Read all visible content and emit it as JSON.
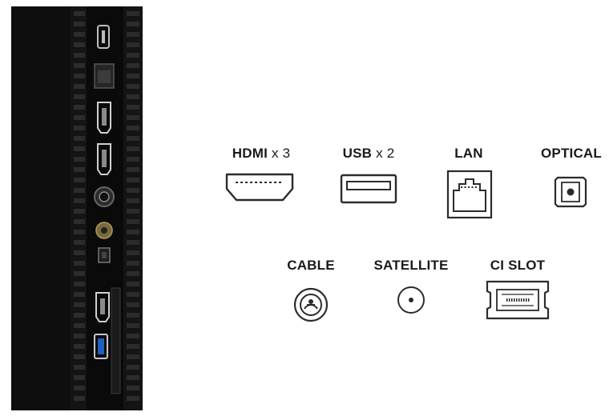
{
  "ports_row_1": [
    {
      "id": "hdmi",
      "name": "HDMI",
      "qty": "x 3",
      "icon": "hdmi-port-icon"
    },
    {
      "id": "usb",
      "name": "USB",
      "qty": "x 2",
      "icon": "usb-port-icon"
    },
    {
      "id": "lan",
      "name": "LAN",
      "qty": "",
      "icon": "lan-port-icon"
    },
    {
      "id": "optical",
      "name": "OPTICAL",
      "qty": "",
      "icon": "optical-port-icon"
    }
  ],
  "ports_row_2": [
    {
      "id": "cable",
      "name": "CABLE",
      "qty": "",
      "icon": "cable-coax-port-icon"
    },
    {
      "id": "satellite",
      "name": "SATELLITE",
      "qty": "",
      "icon": "satellite-port-icon"
    },
    {
      "id": "ci_slot",
      "name": "CI SLOT",
      "qty": "",
      "icon": "ci-slot-port-icon"
    }
  ],
  "tv_panel_ports": [
    "micro-usb-icon",
    "lan-jack-icon",
    "hdmi-jack-icon",
    "hdmi-jack-icon",
    "coax-jack-icon",
    "satellite-jack-icon",
    "optical-jack-icon",
    "hdmi-jack-icon",
    "usb-jack-icon"
  ],
  "colors": {
    "panel_dark": "#101010",
    "panel_mid": "#2a2a2a",
    "icon_stroke": "#2b2b2b",
    "usb_blue": "#1f5fbf",
    "background": "#ffffff"
  }
}
